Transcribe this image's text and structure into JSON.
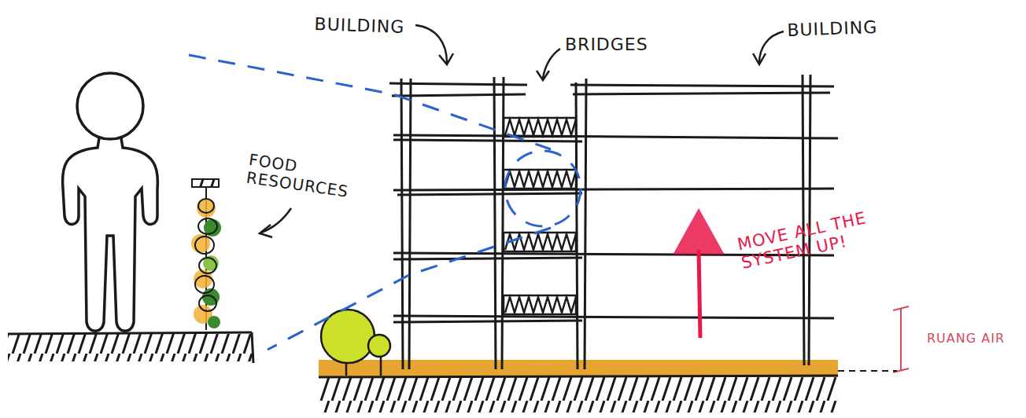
{
  "diagram": {
    "labels": [
      "BUILDING",
      "BRIDGES",
      "BUILDING",
      "FOOD RESOURCES",
      "MOVE ALL THE SYSTEM UP!",
      "RUANG AIR"
    ]
  }
}
